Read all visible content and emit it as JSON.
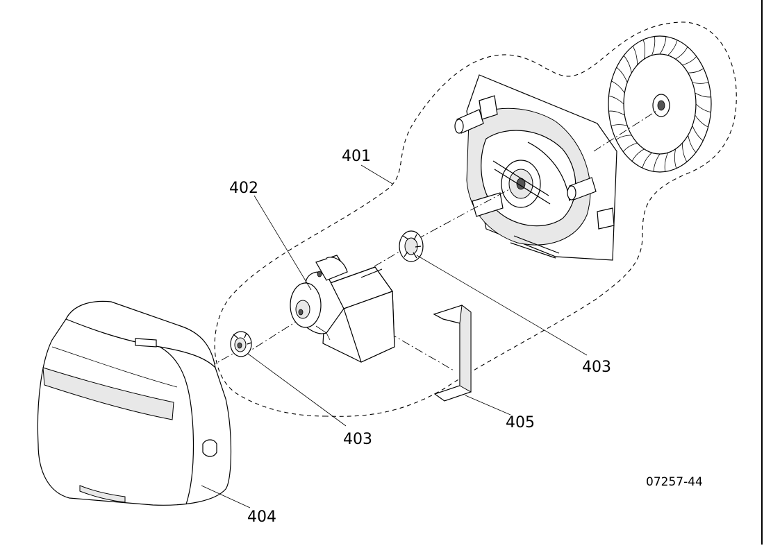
{
  "diagram": {
    "labels": {
      "assembly": "401",
      "motor": "402",
      "hub_right": "403",
      "hub_left": "403",
      "cover": "404",
      "bracket": "405"
    },
    "reference_code": "07257-44"
  }
}
